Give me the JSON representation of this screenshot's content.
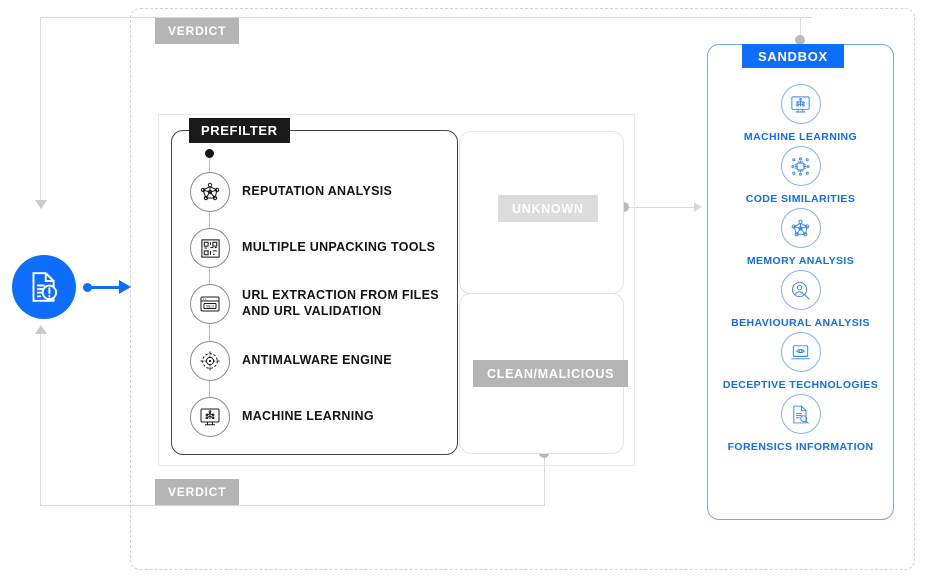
{
  "diagram": {
    "title": "Malware analysis pipeline",
    "colors": {
      "accent_blue": "#0d6efd",
      "sandbox_border": "#6fa8ff",
      "tag_grey_dark": "#b5b5b5",
      "tag_grey_light": "#dcdcdc",
      "prefilter_black": "#1a1a1a",
      "line_grey": "#d8d8d8"
    }
  },
  "source": {
    "icon": "document-alert-icon",
    "label": ""
  },
  "verdict": {
    "top_label": "VERDICT",
    "bottom_label": "VERDICT"
  },
  "prefilter": {
    "header": "PREFILTER",
    "items": [
      {
        "label": "REPUTATION ANALYSIS",
        "icon": "network-graph-icon"
      },
      {
        "label": "MULTIPLE UNPACKING TOOLS",
        "icon": "unpacking-maze-icon"
      },
      {
        "label": "URL EXTRACTION FROM FILES AND URL VALIDATION",
        "icon": "browser-url-icon"
      },
      {
        "label": "ANTIMALWARE ENGINE",
        "icon": "target-crosshair-icon"
      },
      {
        "label": "MACHINE LEARNING",
        "icon": "machine-learning-monitor-icon"
      }
    ]
  },
  "states": {
    "unknown": "UNKNOWN",
    "clean_malicious": "CLEAN/MALICIOUS"
  },
  "sandbox": {
    "header": "SANDBOX",
    "items": [
      {
        "label": "MACHINE LEARNING",
        "icon": "machine-learning-monitor-icon"
      },
      {
        "label": "CODE SIMILARITIES",
        "icon": "cpu-chip-icon"
      },
      {
        "label": "MEMORY ANALYSIS",
        "icon": "network-graph-icon"
      },
      {
        "label": "BEHAVIOURAL ANALYSIS",
        "icon": "user-magnifier-icon"
      },
      {
        "label": "DECEPTIVE TECHNOLOGIES",
        "icon": "laptop-eye-icon"
      },
      {
        "label": "FORENSICS INFORMATION",
        "icon": "document-magnifier-icon"
      }
    ]
  }
}
